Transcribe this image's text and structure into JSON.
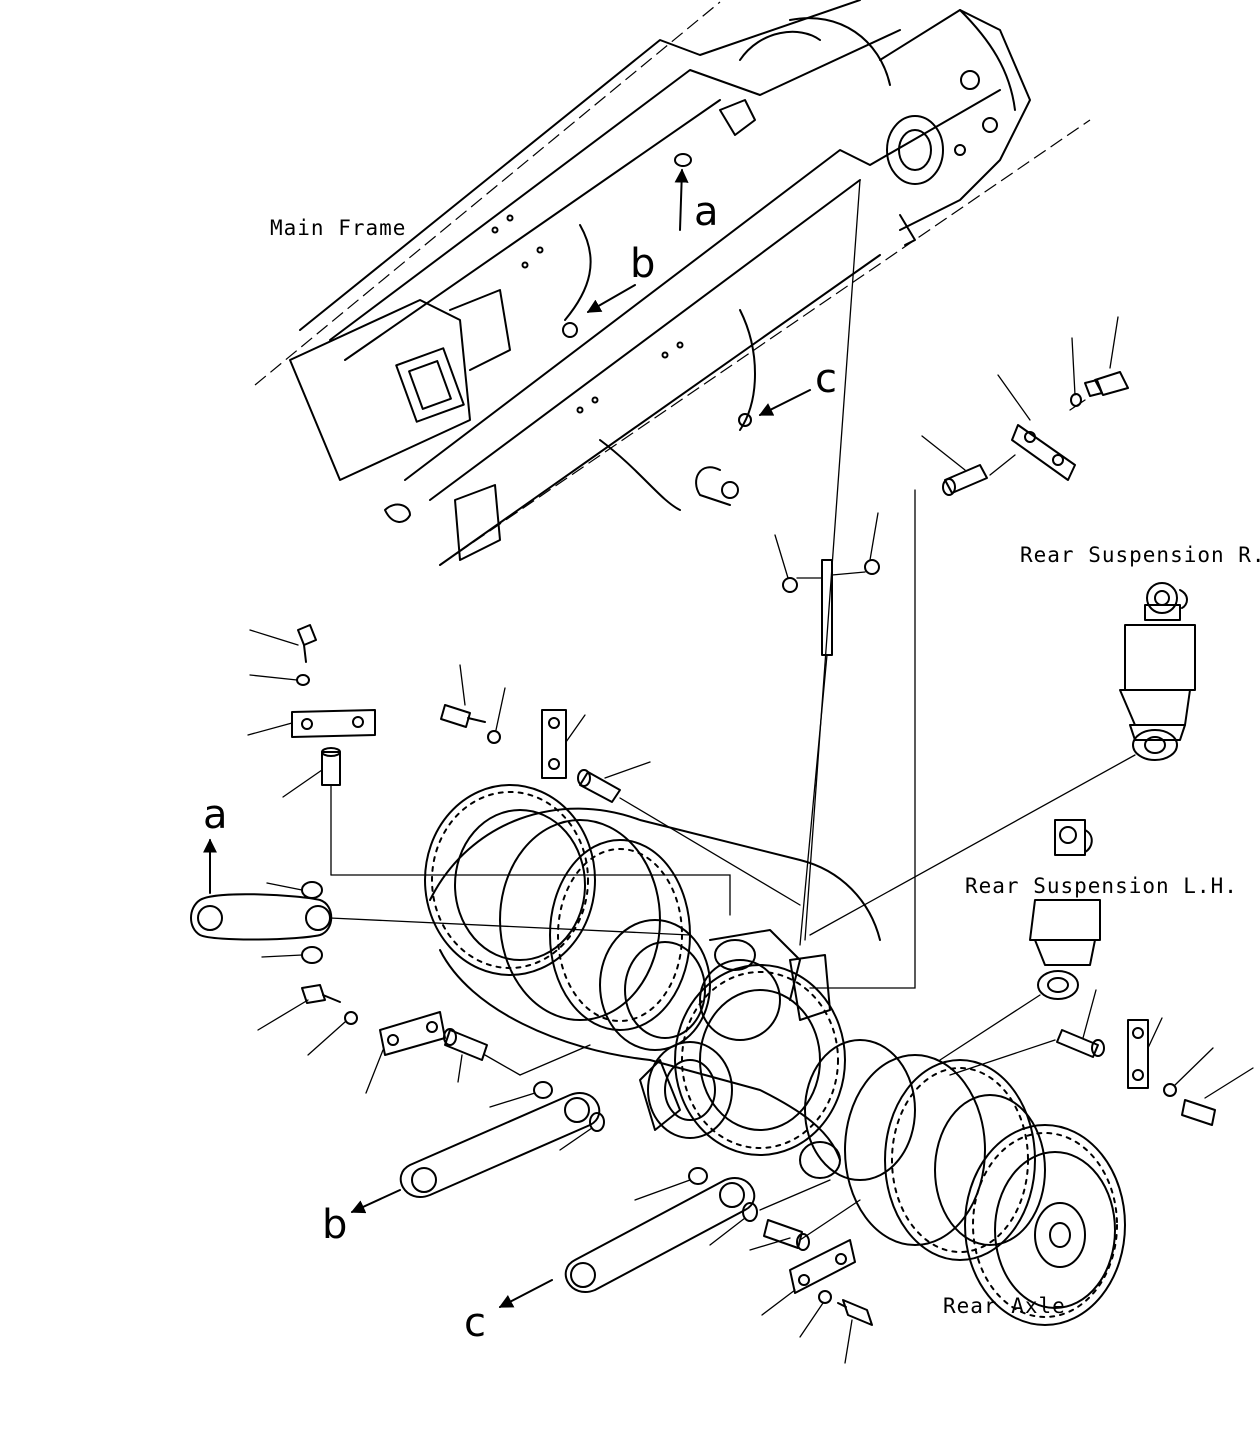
{
  "labels": {
    "main_frame": "Main Frame",
    "rear_suspension_rh": "Rear Suspension R.H.",
    "rear_suspension_lh": "Rear Suspension L.H.",
    "rear_axle": "Rear Axle"
  },
  "refs": {
    "a": "a",
    "b": "b",
    "c": "c"
  }
}
